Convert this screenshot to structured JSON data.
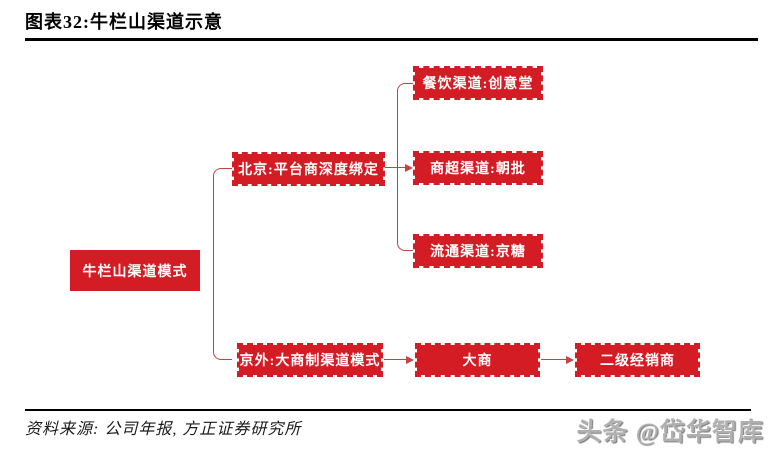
{
  "page": {
    "title": "图表32:牛栏山渠道示意",
    "source_note": "资料来源: 公司年报, 方正证券研究所",
    "watermark": "头条 @岱华智库"
  },
  "colors": {
    "box_fill_red": "#d41c24",
    "connector_red": "#c84040",
    "rule_black": "#000000",
    "box_text": "#ffffff",
    "watermark_gray": "#b0b0b0"
  },
  "diagram": {
    "nodes": {
      "root": {
        "label": "牛栏山渠道模式"
      },
      "beijing": {
        "label": "北京:平台商深度绑定"
      },
      "jingwai": {
        "label": "京外:大商制渠道模式"
      },
      "catering": {
        "label": "餐饮渠道:创意堂"
      },
      "supermarket": {
        "label": "商超渠道:朝批"
      },
      "circulation": {
        "label": "流通渠道:京糖"
      },
      "dashang": {
        "label": "大商"
      },
      "secondary": {
        "label": "二级经销商"
      }
    },
    "edges": [
      "root -> beijing",
      "root -> jingwai",
      "beijing -> catering",
      "beijing -> supermarket (arrow)",
      "beijing -> circulation",
      "jingwai -> dashang (arrow)",
      "dashang -> secondary (arrow)"
    ]
  }
}
